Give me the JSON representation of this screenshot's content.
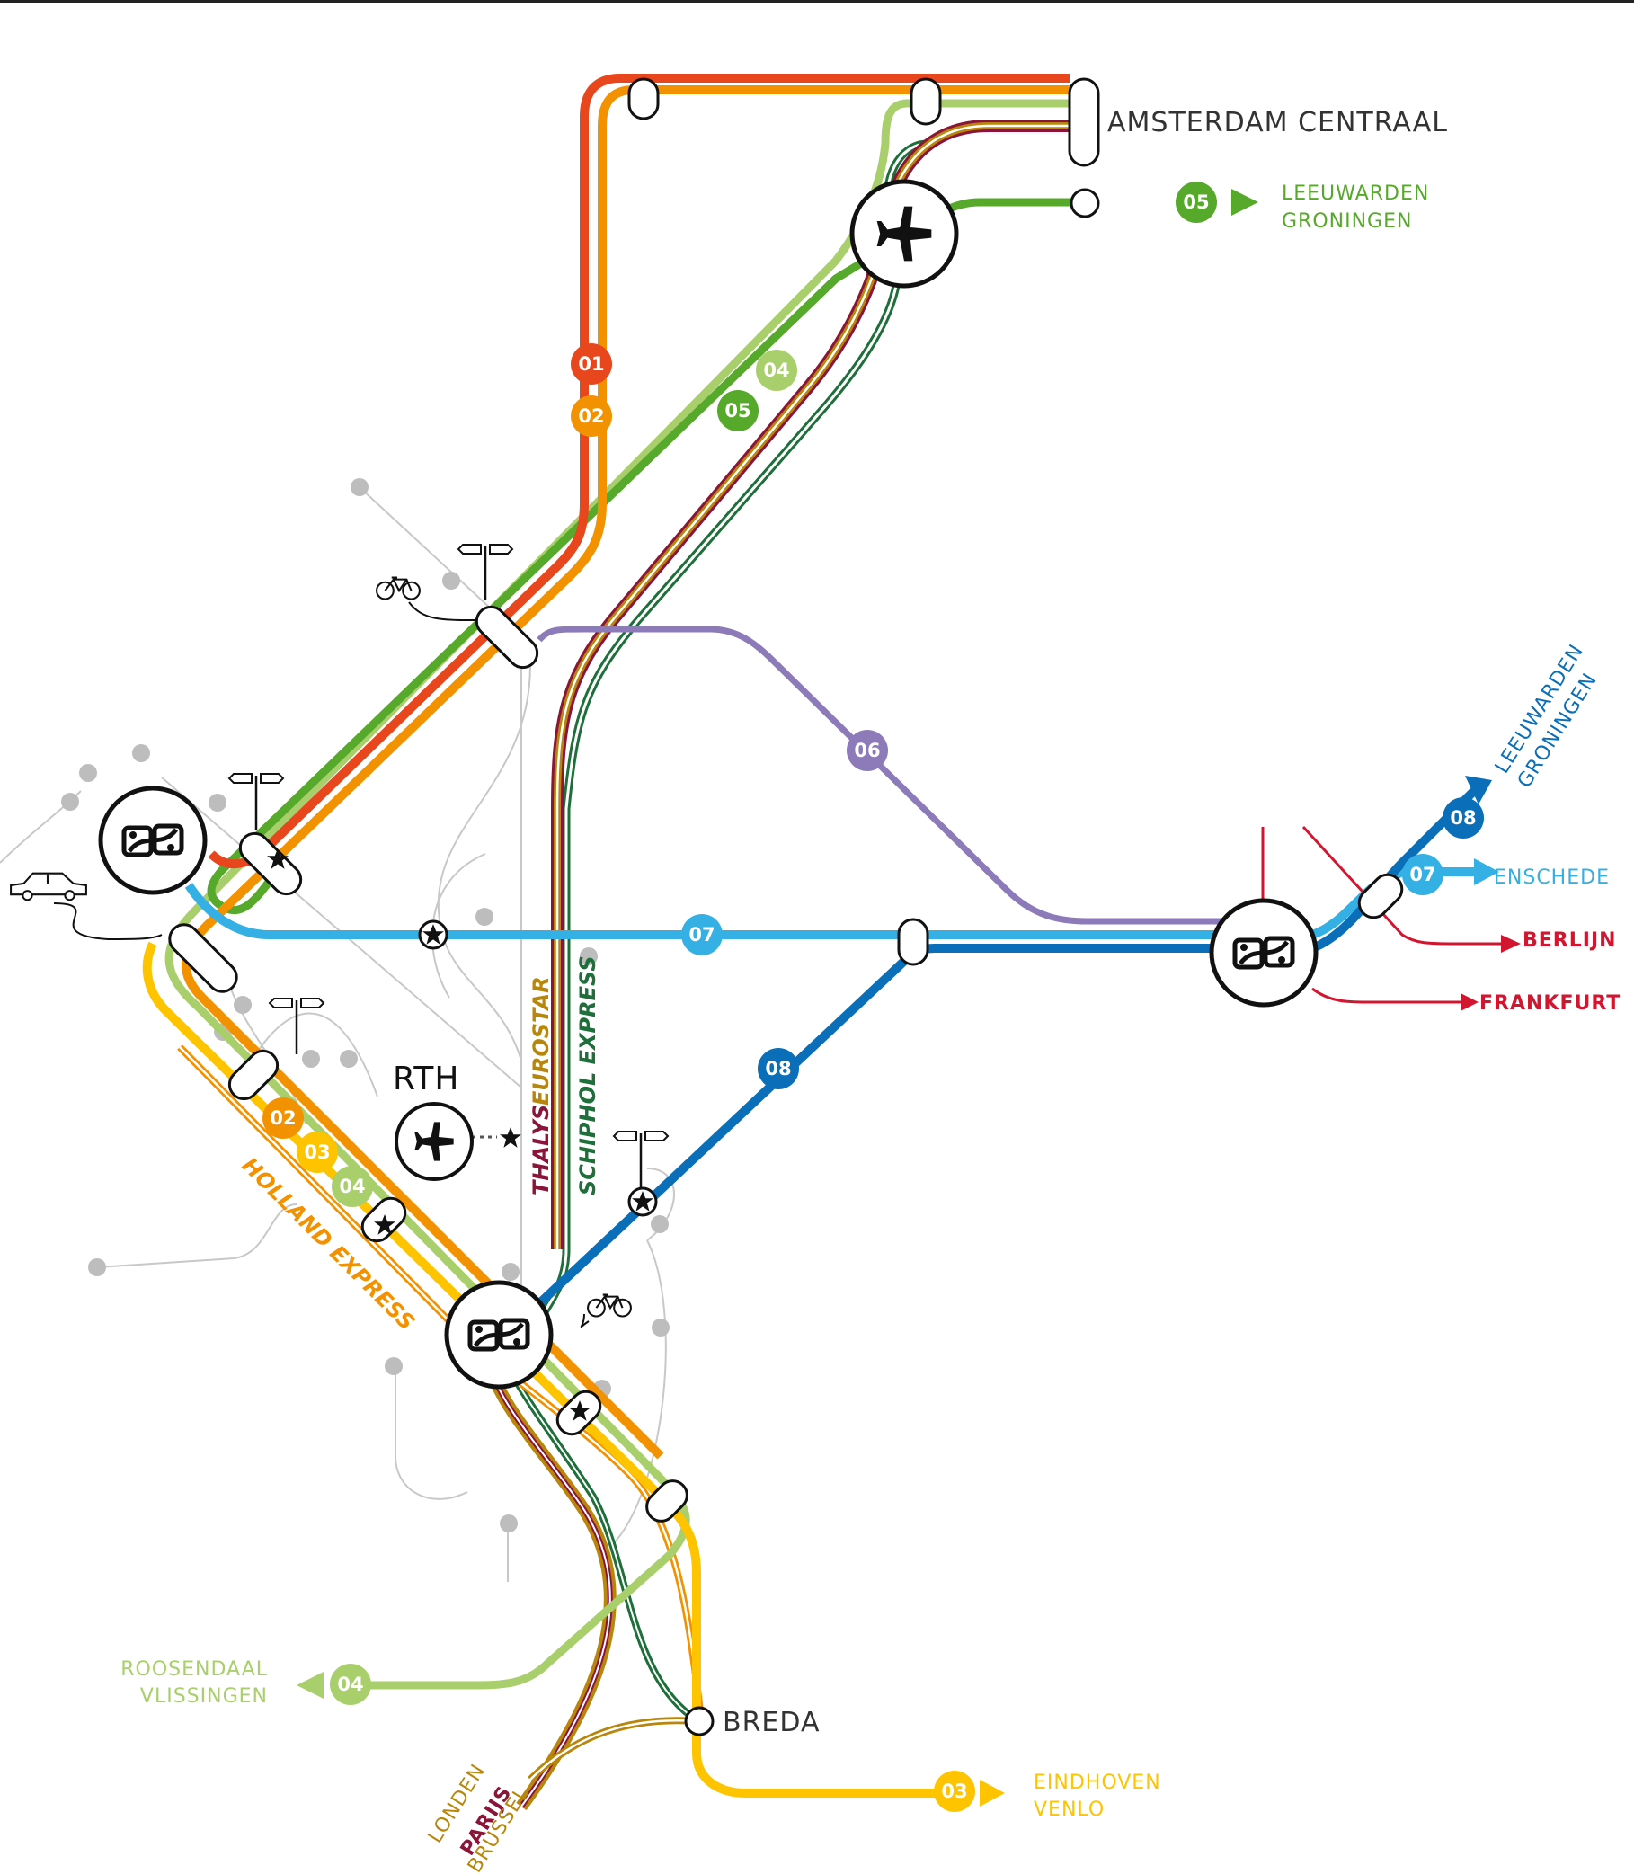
{
  "colors": {
    "line01": "#e8461c",
    "line02": "#f39200",
    "line03": "#ffc400",
    "line04": "#a8cf6b",
    "line05": "#57a92b",
    "line06": "#8c7bb8",
    "line07": "#35b0e4",
    "line08": "#0a6fb8",
    "international": "#d2162f",
    "thalys": "#8a1538",
    "eurostar": "#b8860b",
    "schiphol_express": "#1e6f3a",
    "holland_express": "#f39200",
    "local": "#bdbdbd"
  },
  "stations": {
    "amsterdam": "AMSTERDAM CENTRAAL",
    "breda": "BREDA",
    "rth": "RTH"
  },
  "destinations": {
    "d05_a": "LEEUWARDEN",
    "d05_b": "GRONINGEN",
    "d08_a": "LEEUWARDEN",
    "d08_b": "GRONINGEN",
    "d07": "ENSCHEDE",
    "berlin": "BERLIJN",
    "frankfurt": "FRANKFURT",
    "d04_a": "ROOSENDAAL",
    "d04_b": "VLISSINGEN",
    "d03_a": "EINDHOVEN",
    "d03_b": "VENLO",
    "londen": "LONDEN",
    "parijs": "PARIJS",
    "brussel": "BRUSSEL"
  },
  "services": {
    "thalys": "THALYS",
    "eurostar": "EUROSTAR",
    "schiphol": "SCHIPHOL EXPRESS",
    "holland": "HOLLAND EXPRESS"
  },
  "badges": {
    "b01": "01",
    "b02": "02",
    "b02s": "02",
    "b03": "03",
    "b03e": "03",
    "b04": "04",
    "b04s": "04",
    "b04w": "04",
    "b05": "05",
    "b05e": "05",
    "b06": "06",
    "b07": "07",
    "b07e": "07",
    "b08": "08",
    "b08e": "08"
  },
  "icons": {
    "airport": "airplane-icon",
    "transfer": "transfer-hub-icon",
    "bike": "bicycle-icon",
    "signpost": "signpost-icon",
    "car": "car-icon",
    "star": "star-icon"
  }
}
